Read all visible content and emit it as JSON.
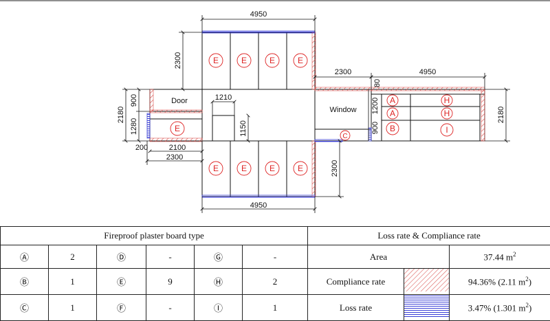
{
  "plan": {
    "dimensions": {
      "top_width": "4950",
      "bottom_width": "4950",
      "top_wing_height": "2300",
      "bottom_wing_height": "2300",
      "right_gap": "2300",
      "right_width": "4950",
      "right_top": "80",
      "right_mid": "1200",
      "right_low": "900",
      "right_height": "2180",
      "left_height": "2180",
      "left_upper": "900",
      "left_lower": "1280",
      "left_small": "200",
      "left_inner": "2100",
      "left_outer": "2300",
      "column_width": "1210",
      "column_height": "1150"
    },
    "labels": {
      "door": "Door",
      "window": "Window"
    },
    "marks": {
      "top": [
        "E",
        "E",
        "E",
        "E"
      ],
      "bottom": [
        "E",
        "E",
        "E",
        "E"
      ],
      "left": "E",
      "window": "C",
      "right_col1": [
        "A",
        "A",
        "B"
      ],
      "right_col2": [
        "H",
        "H",
        "I"
      ]
    },
    "colors": {
      "compliance": "#d9534f",
      "loss": "#3a3fd6",
      "mark": "#d22"
    }
  },
  "table": {
    "left_header": "Fireproof plaster board type",
    "right_header": "Loss rate & Compliance rate",
    "rows": [
      {
        "t1": "Ⓐ",
        "v1": "2",
        "t2": "Ⓓ",
        "v2": "-",
        "t3": "Ⓖ",
        "v3": "-",
        "metric": "Area",
        "value": "37.44  m",
        "sup": "2",
        "value_tail": ""
      },
      {
        "t1": "Ⓑ",
        "v1": "1",
        "t2": "Ⓔ",
        "v2": "9",
        "t3": "Ⓗ",
        "v3": "2",
        "metric": "Compliance rate",
        "value": "94.36%  (2.11  m",
        "sup": "2",
        "value_tail": ")"
      },
      {
        "t1": "Ⓒ",
        "v1": "1",
        "t2": "Ⓕ",
        "v2": "-",
        "t3": "Ⓘ",
        "v3": "1",
        "metric": "Loss rate",
        "value": "3.47%  (1.301  m",
        "sup": "2",
        "value_tail": ")"
      }
    ]
  }
}
